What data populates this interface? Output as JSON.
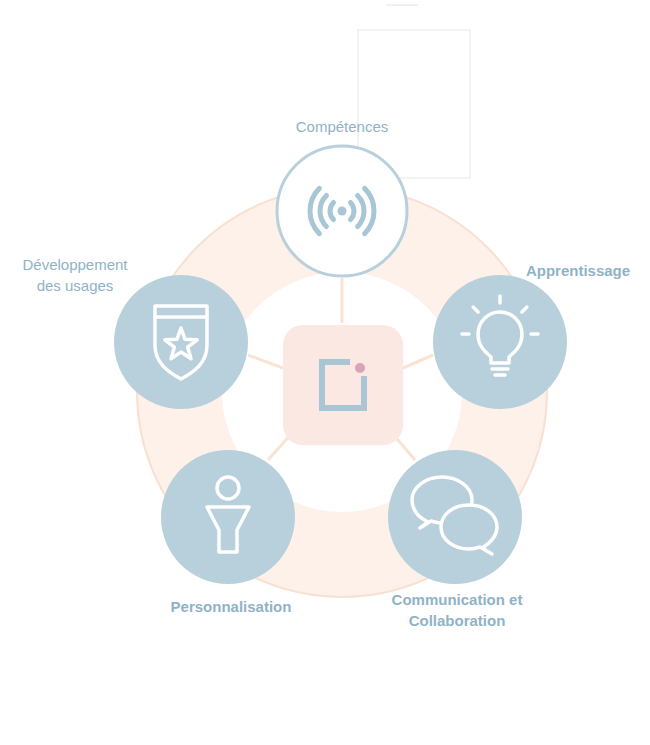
{
  "diagram": {
    "nodes": [
      {
        "text": [
          "Compétences"
        ]
      },
      {
        "text": [
          "Développement des usages"
        ]
      },
      {
        "text": [
          "Apprentissage"
        ]
      },
      {
        "text": [
          "Personnalisation"
        ]
      },
      {
        "text": [
          "Communication et Collaboration"
        ]
      }
    ]
  }
}
